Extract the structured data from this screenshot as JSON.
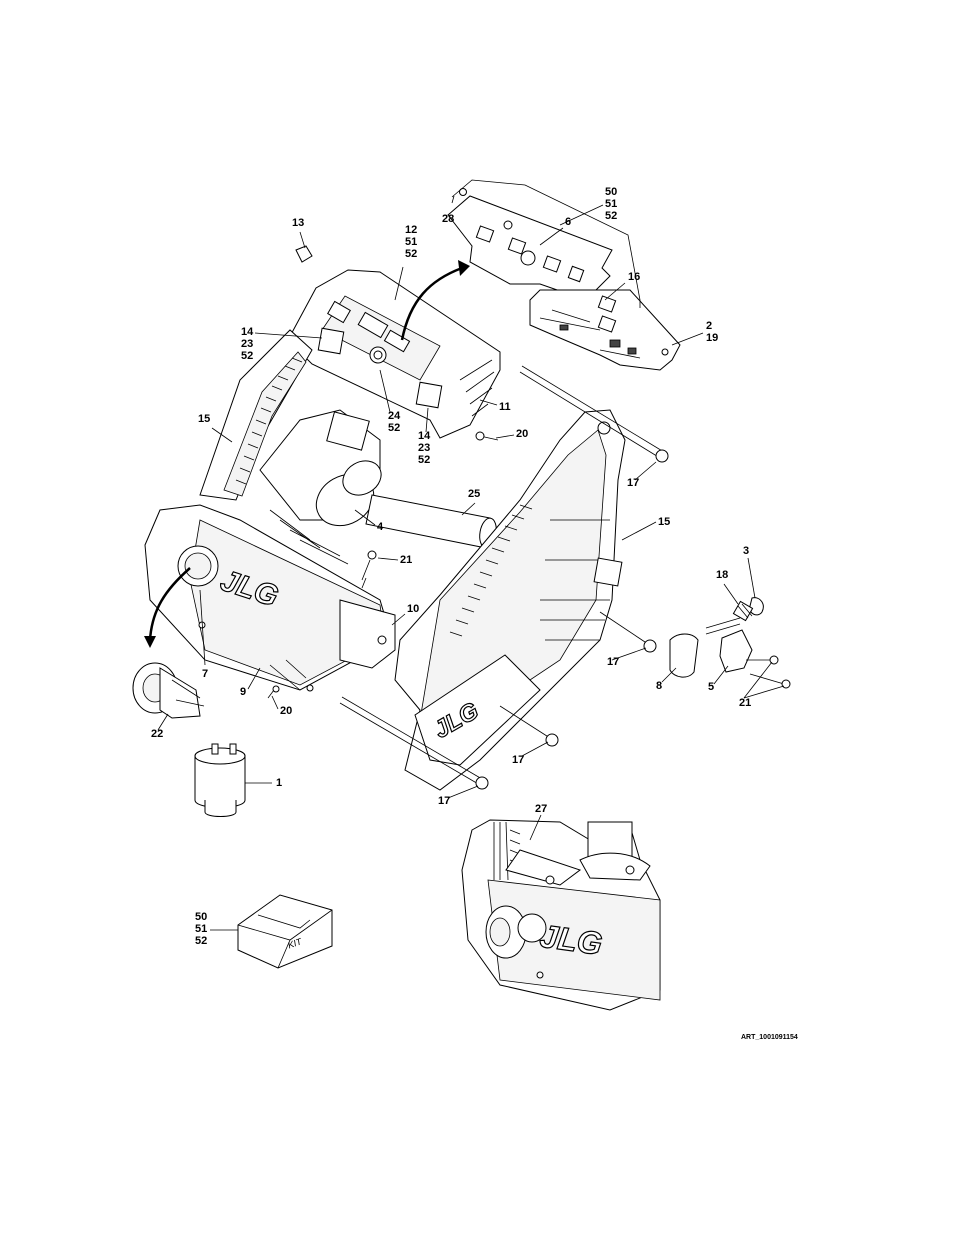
{
  "diagram": {
    "art_id": "ART_1001091154",
    "kit_box_text": "KIT",
    "logo_text": "JLG",
    "callouts": [
      {
        "id": "c-13",
        "lines": [
          "13"
        ]
      },
      {
        "id": "c-12-51-52",
        "lines": [
          "12",
          "51",
          "52"
        ]
      },
      {
        "id": "c-28",
        "lines": [
          "28"
        ]
      },
      {
        "id": "c-50-51-52-top",
        "lines": [
          "50",
          "51",
          "52"
        ]
      },
      {
        "id": "c-6",
        "lines": [
          "6"
        ]
      },
      {
        "id": "c-16",
        "lines": [
          "16"
        ]
      },
      {
        "id": "c-2-19",
        "lines": [
          "2",
          "19"
        ]
      },
      {
        "id": "c-14-23-52-left",
        "lines": [
          "14",
          "23",
          "52"
        ]
      },
      {
        "id": "c-11",
        "lines": [
          "11"
        ]
      },
      {
        "id": "c-24-52",
        "lines": [
          "24",
          "52"
        ]
      },
      {
        "id": "c-14-23-52-right",
        "lines": [
          "14",
          "23",
          "52"
        ]
      },
      {
        "id": "c-20-top",
        "lines": [
          "20"
        ]
      },
      {
        "id": "c-15-left",
        "lines": [
          "15"
        ]
      },
      {
        "id": "c-25",
        "lines": [
          "25"
        ]
      },
      {
        "id": "c-17-a",
        "lines": [
          "17"
        ]
      },
      {
        "id": "c-15-right",
        "lines": [
          "15"
        ]
      },
      {
        "id": "c-4",
        "lines": [
          "4"
        ]
      },
      {
        "id": "c-21-top",
        "lines": [
          "21"
        ]
      },
      {
        "id": "c-3",
        "lines": [
          "3"
        ]
      },
      {
        "id": "c-18",
        "lines": [
          "18"
        ]
      },
      {
        "id": "c-10",
        "lines": [
          "10"
        ]
      },
      {
        "id": "c-17-b",
        "lines": [
          "17"
        ]
      },
      {
        "id": "c-7",
        "lines": [
          "7"
        ]
      },
      {
        "id": "c-9",
        "lines": [
          "9"
        ]
      },
      {
        "id": "c-8",
        "lines": [
          "8"
        ]
      },
      {
        "id": "c-5",
        "lines": [
          "5"
        ]
      },
      {
        "id": "c-20-bottom",
        "lines": [
          "20"
        ]
      },
      {
        "id": "c-21-bottom",
        "lines": [
          "21"
        ]
      },
      {
        "id": "c-22",
        "lines": [
          "22"
        ]
      },
      {
        "id": "c-17-c",
        "lines": [
          "17"
        ]
      },
      {
        "id": "c-1",
        "lines": [
          "1"
        ]
      },
      {
        "id": "c-17-d",
        "lines": [
          "17"
        ]
      },
      {
        "id": "c-27",
        "lines": [
          "27"
        ]
      },
      {
        "id": "c-50-51-52-kit",
        "lines": [
          "50",
          "51",
          "52"
        ]
      }
    ]
  }
}
